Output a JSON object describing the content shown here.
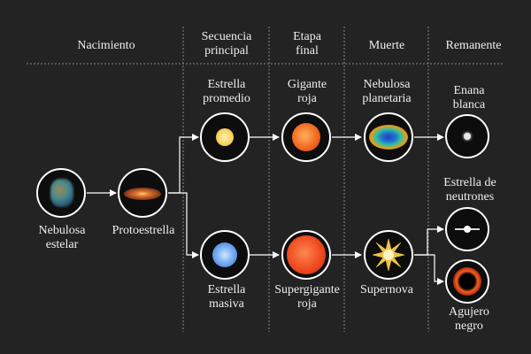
{
  "headers": {
    "birth": "Nacimiento",
    "main_sequence": "Secuencia\nprincipal",
    "final_stage": "Etapa\nfinal",
    "death": "Muerte",
    "remnant": "Remanente"
  },
  "nodes": {
    "stellar_nebula": "Nebulosa\nestelar",
    "protostar": "Protoestrella",
    "average_star": "Estrella\npromedio",
    "massive_star": "Estrella\nmasiva",
    "red_giant": "Gigante\nroja",
    "red_supergiant": "Supergigante\nroja",
    "planetary_nebula": "Nebulosa\nplanetaria",
    "supernova": "Supernova",
    "white_dwarf": "Enana\nblanca",
    "neutron_star": "Estrella de\nneutrones",
    "black_hole": "Agujero\nnegro"
  },
  "colors": {
    "background": "#232323",
    "line": "#ffffff",
    "average_star": "#f5d25a",
    "massive_star": "#5b9cf0",
    "red_giant": "#f25a1e",
    "red_supergiant": "#f04020",
    "supernova": "#f0c040",
    "white_dwarf": "#e8e8e8",
    "black_hole_ring": "#e8501a"
  }
}
